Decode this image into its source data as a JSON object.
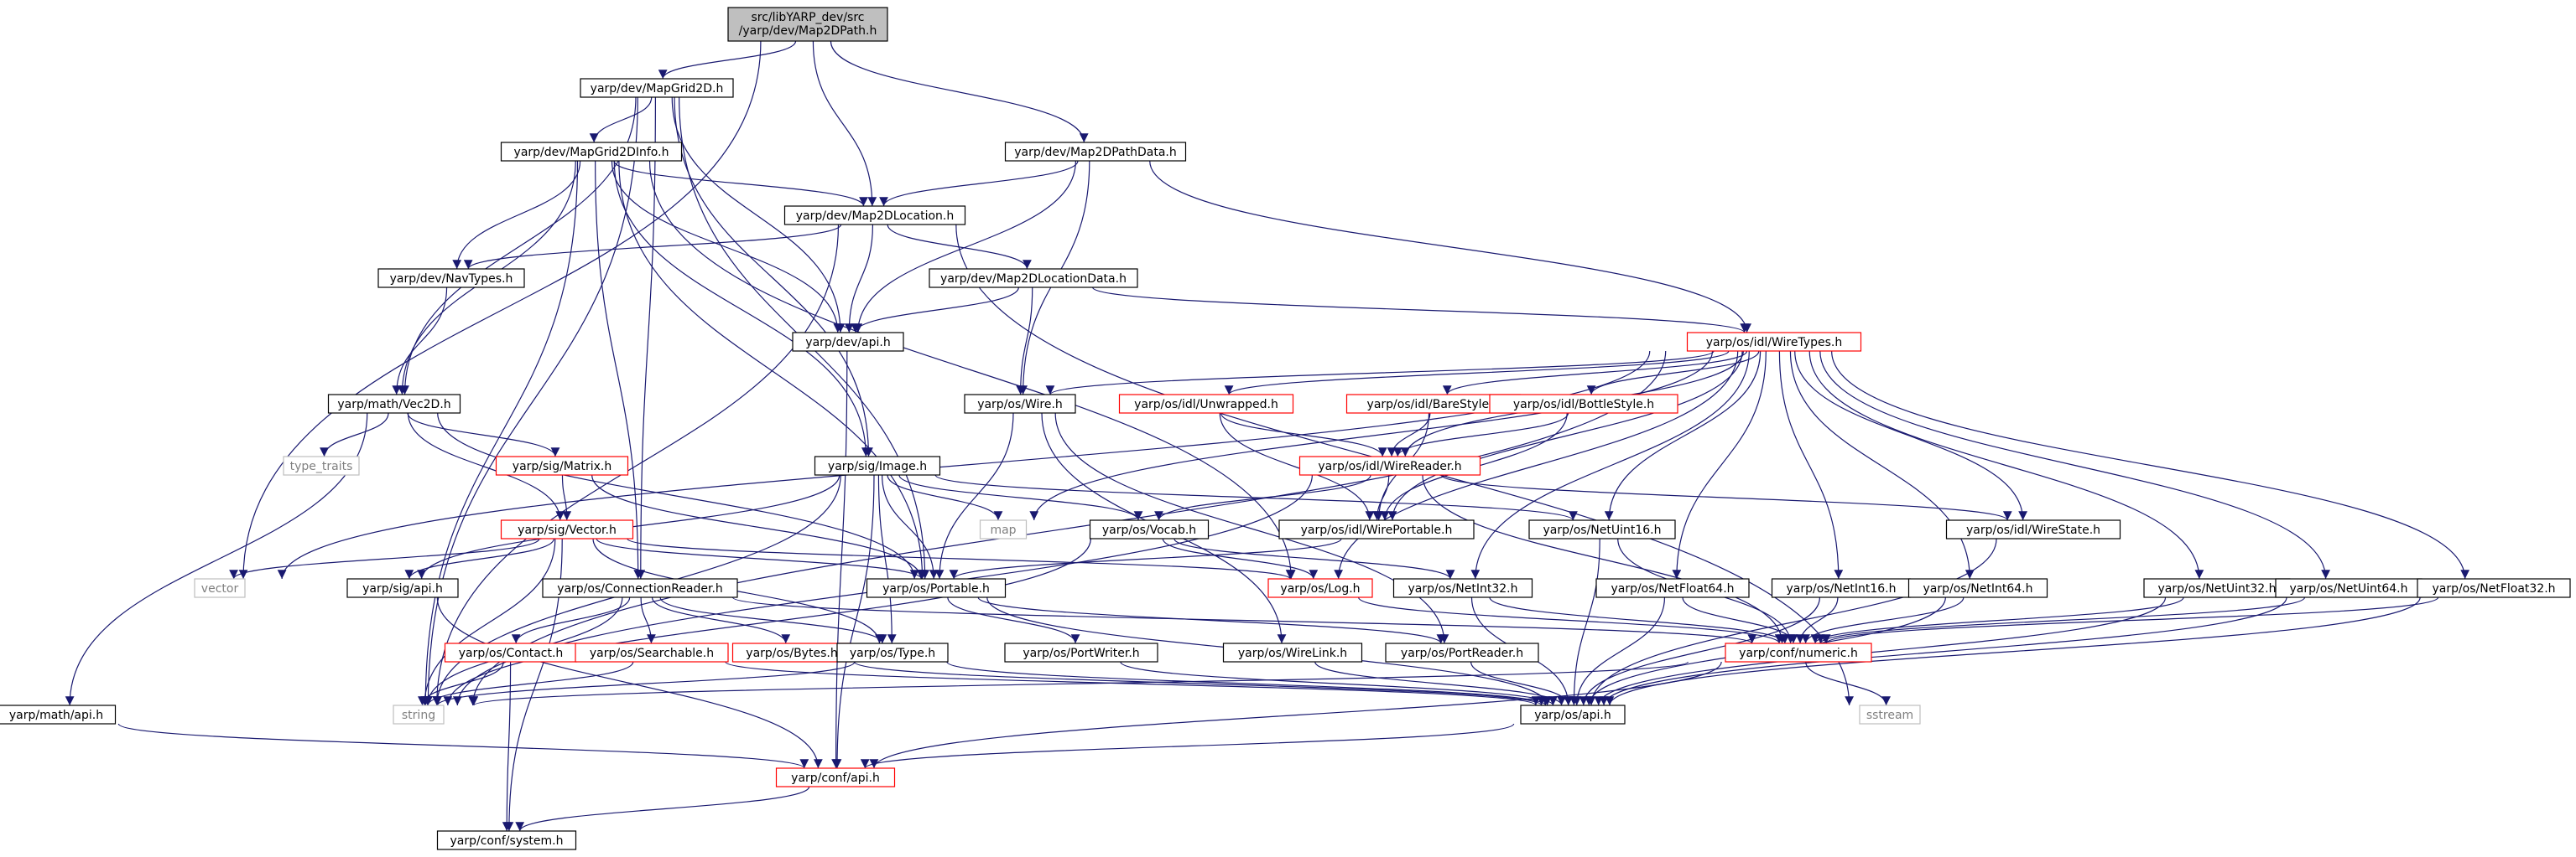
{
  "diagram": {
    "colors": {
      "edge": "#191970",
      "root_fill": "#bfbfbf",
      "node_border": "#000000",
      "red_border": "#ff0000",
      "gray_border": "#bfbfbf",
      "text_default": "#000000",
      "text_gray": "#808080"
    },
    "nodes": [
      {
        "id": "root",
        "label": "src/libYARP_dev/src\n/yarp/dev/Map2DPath.h",
        "style": "root"
      },
      {
        "id": "MapGrid2D",
        "label": "yarp/dev/MapGrid2D.h",
        "style": "normal"
      },
      {
        "id": "Map2DPathData",
        "label": "yarp/dev/Map2DPathData.h",
        "style": "normal"
      },
      {
        "id": "MapGrid2DInfo",
        "label": "yarp/dev/MapGrid2DInfo.h",
        "style": "normal"
      },
      {
        "id": "Map2DLocation",
        "label": "yarp/dev/Map2DLocation.h",
        "style": "normal"
      },
      {
        "id": "NavTypes",
        "label": "yarp/dev/NavTypes.h",
        "style": "normal"
      },
      {
        "id": "Map2DLocationData",
        "label": "yarp/dev/Map2DLocationData.h",
        "style": "normal"
      },
      {
        "id": "devapi",
        "label": "yarp/dev/api.h",
        "style": "normal"
      },
      {
        "id": "WireTypes",
        "label": "yarp/os/idl/WireTypes.h",
        "style": "red"
      },
      {
        "id": "Vec2D",
        "label": "yarp/math/Vec2D.h",
        "style": "normal"
      },
      {
        "id": "Wire",
        "label": "yarp/os/Wire.h",
        "style": "normal"
      },
      {
        "id": "Unwrapped",
        "label": "yarp/os/idl/Unwrapped.h",
        "style": "red"
      },
      {
        "id": "BareStyle",
        "label": "yarp/os/idl/BareStyle.h",
        "style": "red"
      },
      {
        "id": "BottleStyle",
        "label": "yarp/os/idl/BottleStyle.h",
        "style": "red"
      },
      {
        "id": "type_traits",
        "label": "type_traits",
        "style": "gray"
      },
      {
        "id": "Matrix",
        "label": "yarp/sig/Matrix.h",
        "style": "red"
      },
      {
        "id": "Image",
        "label": "yarp/sig/Image.h",
        "style": "normal"
      },
      {
        "id": "WireReader",
        "label": "yarp/os/idl/WireReader.h",
        "style": "red"
      },
      {
        "id": "map",
        "label": "map",
        "style": "gray"
      },
      {
        "id": "Vocab",
        "label": "yarp/os/Vocab.h",
        "style": "normal"
      },
      {
        "id": "WirePortable",
        "label": "yarp/os/idl/WirePortable.h",
        "style": "normal"
      },
      {
        "id": "NetUint16",
        "label": "yarp/os/NetUint16.h",
        "style": "normal"
      },
      {
        "id": "WireState",
        "label": "yarp/os/idl/WireState.h",
        "style": "normal"
      },
      {
        "id": "Vector",
        "label": "yarp/sig/Vector.h",
        "style": "red"
      },
      {
        "id": "vector",
        "label": "vector",
        "style": "gray"
      },
      {
        "id": "sigapi",
        "label": "yarp/sig/api.h",
        "style": "normal"
      },
      {
        "id": "ConnectionReader",
        "label": "yarp/os/ConnectionReader.h",
        "style": "normal"
      },
      {
        "id": "Portable",
        "label": "yarp/os/Portable.h",
        "style": "normal"
      },
      {
        "id": "Log",
        "label": "yarp/os/Log.h",
        "style": "red"
      },
      {
        "id": "NetInt32",
        "label": "yarp/os/NetInt32.h",
        "style": "normal"
      },
      {
        "id": "NetFloat64",
        "label": "yarp/os/NetFloat64.h",
        "style": "normal"
      },
      {
        "id": "NetInt16",
        "label": "yarp/os/NetInt16.h",
        "style": "normal"
      },
      {
        "id": "NetInt64",
        "label": "yarp/os/NetInt64.h",
        "style": "normal"
      },
      {
        "id": "NetUint32",
        "label": "yarp/os/NetUint32.h",
        "style": "normal"
      },
      {
        "id": "NetUint64",
        "label": "yarp/os/NetUint64.h",
        "style": "normal"
      },
      {
        "id": "NetFloat32",
        "label": "yarp/os/NetFloat32.h",
        "style": "normal"
      },
      {
        "id": "Contact",
        "label": "yarp/os/Contact.h",
        "style": "red"
      },
      {
        "id": "Searchable",
        "label": "yarp/os/Searchable.h",
        "style": "red"
      },
      {
        "id": "Bytes",
        "label": "yarp/os/Bytes.h",
        "style": "red"
      },
      {
        "id": "Type",
        "label": "yarp/os/Type.h",
        "style": "normal"
      },
      {
        "id": "PortWriter",
        "label": "yarp/os/PortWriter.h",
        "style": "normal"
      },
      {
        "id": "WireLink",
        "label": "yarp/os/WireLink.h",
        "style": "normal"
      },
      {
        "id": "PortReader",
        "label": "yarp/os/PortReader.h",
        "style": "normal"
      },
      {
        "id": "numeric",
        "label": "yarp/conf/numeric.h",
        "style": "red"
      },
      {
        "id": "string",
        "label": "string",
        "style": "gray"
      },
      {
        "id": "osapi",
        "label": "yarp/os/api.h",
        "style": "normal"
      },
      {
        "id": "sstream",
        "label": "sstream",
        "style": "gray"
      },
      {
        "id": "mathapi",
        "label": "yarp/math/api.h",
        "style": "normal"
      },
      {
        "id": "confapi",
        "label": "yarp/conf/api.h",
        "style": "red"
      },
      {
        "id": "system",
        "label": "yarp/conf/system.h",
        "style": "normal"
      }
    ],
    "edges": [
      [
        "root",
        "MapGrid2D"
      ],
      [
        "root",
        "Map2DPathData"
      ],
      [
        "root",
        "Map2DLocation"
      ],
      [
        "root",
        "vector"
      ],
      [
        "MapGrid2D",
        "MapGrid2DInfo"
      ],
      [
        "MapGrid2D",
        "Vec2D"
      ],
      [
        "MapGrid2D",
        "ConnectionReader"
      ],
      [
        "MapGrid2D",
        "Image"
      ],
      [
        "MapGrid2D",
        "devapi"
      ],
      [
        "MapGrid2D",
        "Portable"
      ],
      [
        "MapGrid2D",
        "string"
      ],
      [
        "Map2DPathData",
        "Map2DLocation"
      ],
      [
        "Map2DPathData",
        "WireTypes"
      ],
      [
        "Map2DPathData",
        "Wire"
      ],
      [
        "Map2DPathData",
        "devapi"
      ],
      [
        "MapGrid2DInfo",
        "Map2DLocation"
      ],
      [
        "MapGrid2DInfo",
        "NavTypes"
      ],
      [
        "MapGrid2DInfo",
        "Vec2D"
      ],
      [
        "MapGrid2DInfo",
        "devapi"
      ],
      [
        "MapGrid2DInfo",
        "Image"
      ],
      [
        "MapGrid2DInfo",
        "Portable"
      ],
      [
        "MapGrid2DInfo",
        "ConnectionReader"
      ],
      [
        "MapGrid2DInfo",
        "string"
      ],
      [
        "MapGrid2DInfo",
        "Log"
      ],
      [
        "Map2DLocation",
        "NavTypes"
      ],
      [
        "Map2DLocation",
        "Map2DLocationData"
      ],
      [
        "Map2DLocation",
        "devapi"
      ],
      [
        "Map2DLocation",
        "string"
      ],
      [
        "Map2DLocation",
        "sstream"
      ],
      [
        "NavTypes",
        "Vec2D"
      ],
      [
        "Map2DLocationData",
        "devapi"
      ],
      [
        "Map2DLocationData",
        "WireTypes"
      ],
      [
        "Map2DLocationData",
        "Wire"
      ],
      [
        "devapi",
        "confapi"
      ],
      [
        "WireTypes",
        "Wire"
      ],
      [
        "WireTypes",
        "Unwrapped"
      ],
      [
        "WireTypes",
        "BareStyle"
      ],
      [
        "WireTypes",
        "BottleStyle"
      ],
      [
        "WireTypes",
        "WireReader"
      ],
      [
        "WireTypes",
        "WirePortable"
      ],
      [
        "WireTypes",
        "WireState"
      ],
      [
        "WireTypes",
        "NetUint16"
      ],
      [
        "WireTypes",
        "NetInt32"
      ],
      [
        "WireTypes",
        "NetFloat64"
      ],
      [
        "WireTypes",
        "NetInt16"
      ],
      [
        "WireTypes",
        "NetInt64"
      ],
      [
        "WireTypes",
        "NetUint32"
      ],
      [
        "WireTypes",
        "NetUint64"
      ],
      [
        "WireTypes",
        "NetFloat32"
      ],
      [
        "WireTypes",
        "map"
      ],
      [
        "WireTypes",
        "vector"
      ],
      [
        "WireTypes",
        "string"
      ],
      [
        "WireTypes",
        "Log"
      ],
      [
        "Vec2D",
        "type_traits"
      ],
      [
        "Vec2D",
        "Matrix"
      ],
      [
        "Vec2D",
        "Vector"
      ],
      [
        "Vec2D",
        "Portable"
      ],
      [
        "Vec2D",
        "mathapi"
      ],
      [
        "Wire",
        "Portable"
      ],
      [
        "Wire",
        "WireLink"
      ],
      [
        "Wire",
        "PortReader"
      ],
      [
        "Unwrapped",
        "WireReader"
      ],
      [
        "Unwrapped",
        "WirePortable"
      ],
      [
        "BareStyle",
        "WireReader"
      ],
      [
        "BareStyle",
        "WirePortable"
      ],
      [
        "BottleStyle",
        "WireReader"
      ],
      [
        "BottleStyle",
        "WirePortable"
      ],
      [
        "Matrix",
        "Vector"
      ],
      [
        "Matrix",
        "Portable"
      ],
      [
        "Image",
        "Vocab"
      ],
      [
        "Image",
        "map"
      ],
      [
        "Image",
        "Portable"
      ],
      [
        "Image",
        "Type"
      ],
      [
        "Image",
        "sigapi"
      ],
      [
        "Image",
        "NetUint16"
      ],
      [
        "Image",
        "string"
      ],
      [
        "Image",
        "confapi"
      ],
      [
        "WireReader",
        "Vocab"
      ],
      [
        "WireReader",
        "WirePortable"
      ],
      [
        "WireReader",
        "WireState"
      ],
      [
        "WireReader",
        "string"
      ],
      [
        "WireReader",
        "numeric"
      ],
      [
        "Vocab",
        "Log"
      ],
      [
        "Vocab",
        "NetInt32"
      ],
      [
        "Vocab",
        "string"
      ],
      [
        "WirePortable",
        "Portable"
      ],
      [
        "NetUint16",
        "numeric"
      ],
      [
        "NetUint16",
        "osapi"
      ],
      [
        "WireState",
        "osapi"
      ],
      [
        "Vector",
        "vector"
      ],
      [
        "Vector",
        "sigapi"
      ],
      [
        "Vector",
        "Portable"
      ],
      [
        "Vector",
        "Type"
      ],
      [
        "Vector",
        "string"
      ],
      [
        "Vector",
        "Log"
      ],
      [
        "Vector",
        "system"
      ],
      [
        "sigapi",
        "confapi"
      ],
      [
        "ConnectionReader",
        "Contact"
      ],
      [
        "ConnectionReader",
        "Searchable"
      ],
      [
        "ConnectionReader",
        "Bytes"
      ],
      [
        "ConnectionReader",
        "Type"
      ],
      [
        "ConnectionReader",
        "string"
      ],
      [
        "ConnectionReader",
        "numeric"
      ],
      [
        "Portable",
        "PortWriter"
      ],
      [
        "Portable",
        "PortReader"
      ],
      [
        "Portable",
        "osapi"
      ],
      [
        "Log",
        "numeric"
      ],
      [
        "NetInt32",
        "numeric"
      ],
      [
        "NetInt32",
        "osapi"
      ],
      [
        "NetFloat64",
        "numeric"
      ],
      [
        "NetFloat64",
        "osapi"
      ],
      [
        "NetInt16",
        "numeric"
      ],
      [
        "NetInt16",
        "osapi"
      ],
      [
        "NetInt64",
        "numeric"
      ],
      [
        "NetInt64",
        "osapi"
      ],
      [
        "NetUint32",
        "numeric"
      ],
      [
        "NetUint32",
        "osapi"
      ],
      [
        "NetUint64",
        "numeric"
      ],
      [
        "NetUint64",
        "osapi"
      ],
      [
        "NetFloat32",
        "numeric"
      ],
      [
        "NetFloat32",
        "osapi"
      ],
      [
        "Contact",
        "string"
      ],
      [
        "Contact",
        "system"
      ],
      [
        "Searchable",
        "string"
      ],
      [
        "Searchable",
        "osapi"
      ],
      [
        "Bytes",
        "osapi"
      ],
      [
        "Type",
        "string"
      ],
      [
        "Type",
        "osapi"
      ],
      [
        "PortWriter",
        "osapi"
      ],
      [
        "WireLink",
        "osapi"
      ],
      [
        "PortReader",
        "osapi"
      ],
      [
        "numeric",
        "sstream"
      ],
      [
        "numeric",
        "string"
      ],
      [
        "numeric",
        "confapi"
      ],
      [
        "osapi",
        "confapi"
      ],
      [
        "mathapi",
        "confapi"
      ],
      [
        "confapi",
        "system"
      ]
    ]
  }
}
